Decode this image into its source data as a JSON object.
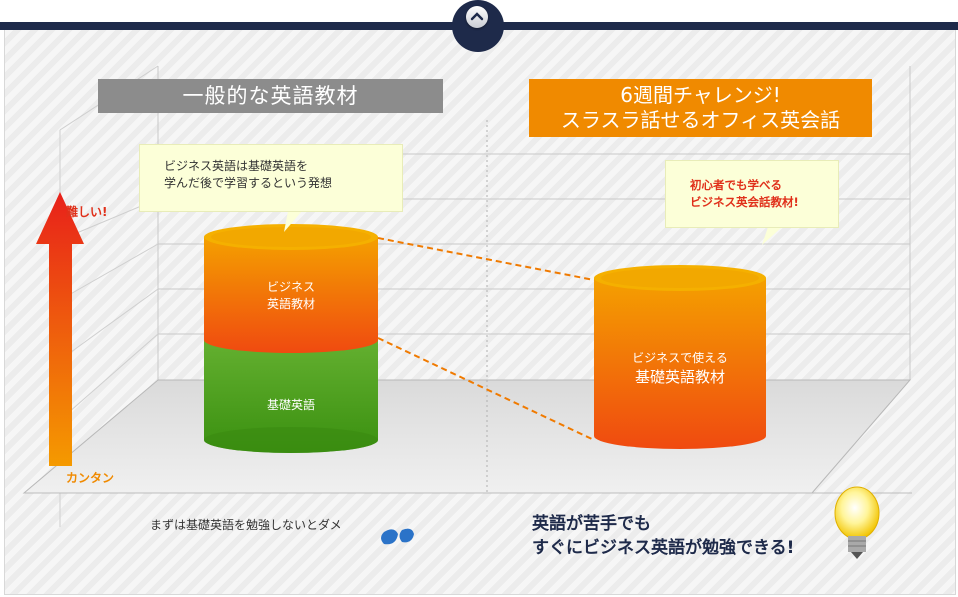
{
  "headers": {
    "left": "一般的な英語教材",
    "right_line1": "6週間チャレンジ!",
    "right_line2": "スラスラ話せるオフィス英会話"
  },
  "bubbles": {
    "left_line1": "ビジネス英語は基礎英語を",
    "left_line2": "学んだ後で学習するという発想",
    "right_line1": "初心者でも学べる",
    "right_line2": "ビジネス英会話教材!"
  },
  "axis": {
    "top": "難しい!",
    "bottom": "カンタン"
  },
  "cylinders": {
    "left_top_line1": "ビジネス",
    "left_top_line2": "英語教材",
    "left_bottom": "基礎英語",
    "right_line1": "ビジネスで使える",
    "right_line2": "基礎英語教材"
  },
  "notes": {
    "left": "まずは基礎英語を勉強しないとダメ",
    "right_line1": "英語が苦手でも",
    "right_line2": "すぐにビジネス英語が勉強できる!"
  },
  "colors": {
    "navy": "#1e2a4a",
    "orange": "#f08a00",
    "red_orange": "#f04a10",
    "green": "#4a9a18",
    "gray_header": "#8c8c8c"
  },
  "icons": [
    "chevron-up-icon",
    "sweat-drops-icon",
    "light-bulb-icon",
    "up-arrow-icon"
  ]
}
